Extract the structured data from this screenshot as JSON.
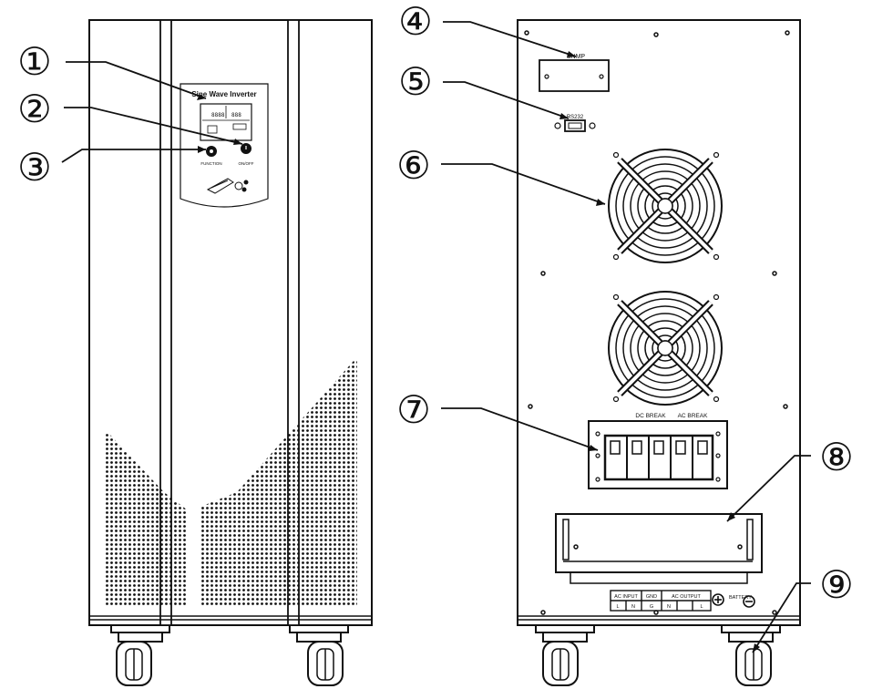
{
  "front_panel": {
    "title": "Sine Wave Inverter",
    "function_label": "FUNCTION",
    "onoff_label": "ON/OFF"
  },
  "rear_panel": {
    "snmp_label": "SNMP",
    "rs232_label": "RS232",
    "dc_break_label": "DC BREAK",
    "ac_break_label": "AC BREAK",
    "battery_label": "BATTERY",
    "terminals": {
      "groups": [
        "AC INPUT",
        "GND",
        "AC OUTPUT"
      ],
      "pins": [
        "L",
        "N",
        "G",
        "N",
        "L"
      ]
    }
  },
  "callouts": [
    "①",
    "②",
    "③",
    "④",
    "⑤",
    "⑥",
    "⑦",
    "⑧",
    "⑨"
  ],
  "colors": {
    "stroke": "#111111",
    "background": "#ffffff",
    "panel_fill": "#ffffff"
  }
}
